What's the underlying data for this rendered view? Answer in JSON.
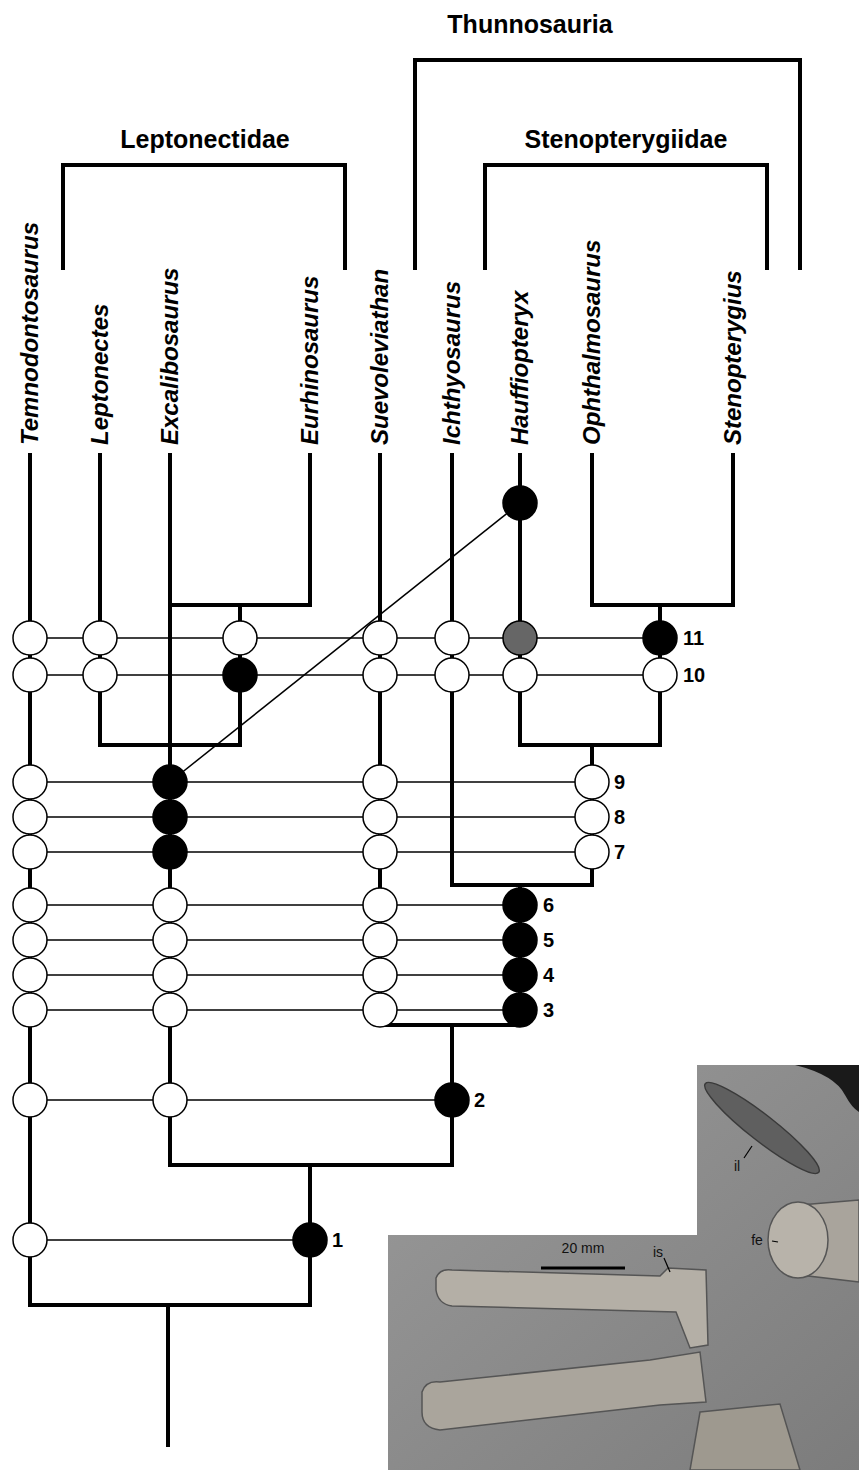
{
  "diagram": {
    "labels": [
      "Thunnosauria",
      "Leptonectidae",
      "Stenopterygiidae",
      "Temnodontosaurus",
      "Leptonectes",
      "Excalibosaurus",
      "Eurhinosaurus",
      "Suevoleviathan",
      "Ichthyosaurus",
      "Hauffiopteryx",
      "Ophthalmosaurus",
      "Stenopterygius",
      "11",
      "10",
      "9",
      "8",
      "7",
      "6",
      "5",
      "4",
      "3",
      "2",
      "1",
      "20 mm",
      "il",
      "fe",
      "is"
    ]
  }
}
